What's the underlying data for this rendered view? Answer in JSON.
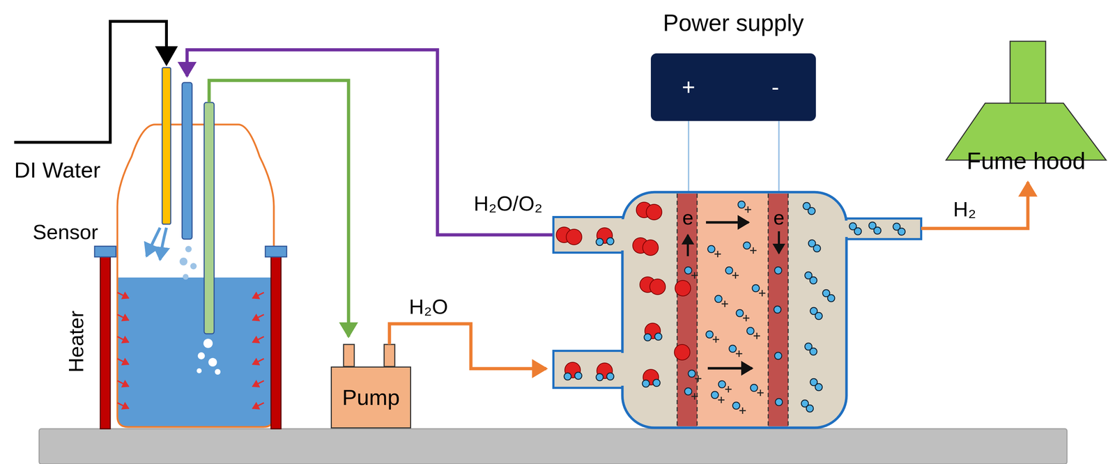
{
  "diagram": {
    "nodes": [
      {
        "text": [
          "Power supply",
          "+",
          "-"
        ]
      },
      {
        "text": [
          "Pump"
        ]
      },
      {
        "text": [
          "Fume hood"
        ]
      }
    ],
    "labels": [
      "DI Water",
      "Sensor",
      "Heater",
      "H₂O/O₂",
      "H₂O",
      "H₂",
      "e",
      "e"
    ]
  }
}
